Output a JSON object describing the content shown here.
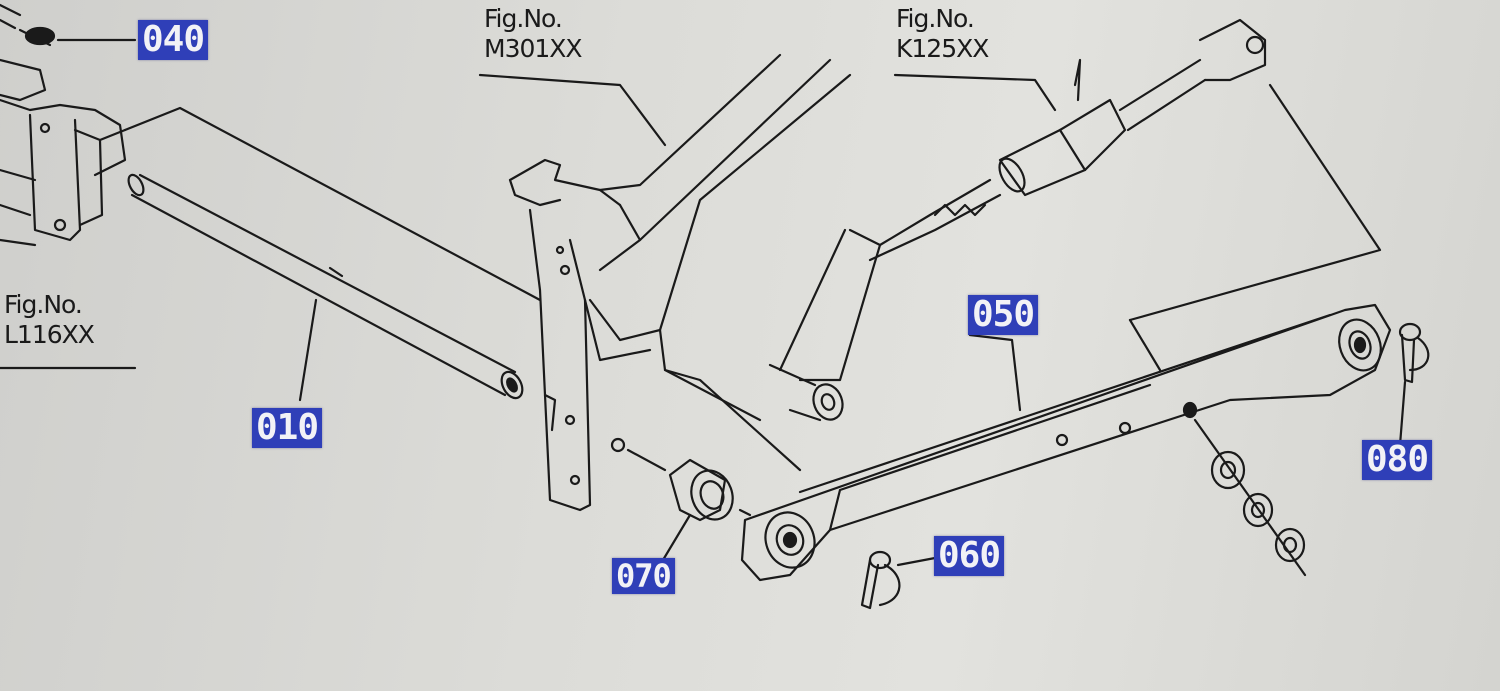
{
  "figure_references": {
    "m301": {
      "label": "Fig.No.",
      "code": "M301XX"
    },
    "k125": {
      "label": "Fig.No.",
      "code": "K125XX"
    },
    "l116": {
      "label": "Fig.No.",
      "code": "L116XX"
    }
  },
  "part_numbers": {
    "p010": "010",
    "p040": "040",
    "p050": "050",
    "p060": "060",
    "p070": "070",
    "p080": "080"
  },
  "colors": {
    "badge_background": "#2f3fb8",
    "badge_text": "#f2f2f6",
    "line_art": "#1a1a1a",
    "paper": "#dcdcd8"
  }
}
